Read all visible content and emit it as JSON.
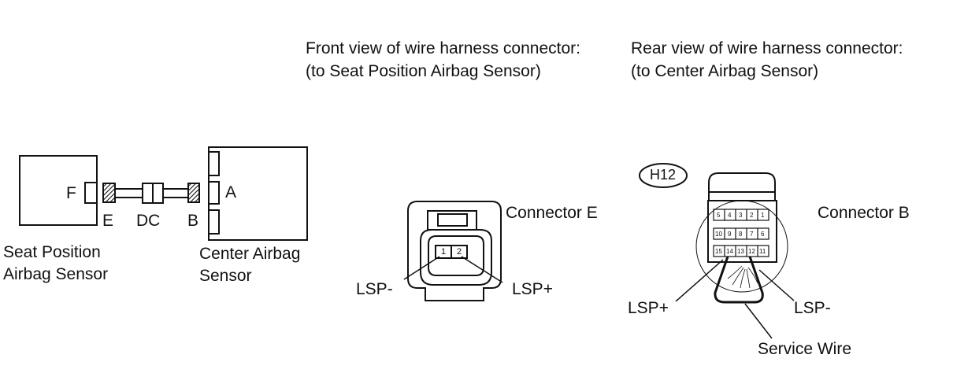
{
  "headers": {
    "front_line1": "Front view of wire harness connector:",
    "front_line2": "(to Seat Position Airbag Sensor)",
    "rear_line1": "Rear view of wire harness connector:",
    "rear_line2": "(to Center Airbag Sensor)"
  },
  "layout": {
    "letter_f": "F",
    "letter_a": "A",
    "letter_e": "E",
    "letter_dc": "DC",
    "letter_b": "B",
    "seat_line1": "Seat Position",
    "seat_line2": "Airbag Sensor",
    "center_line1": "Center Airbag",
    "center_line2": "Sensor"
  },
  "connector_e": {
    "label": "Connector E",
    "pin1": "1",
    "pin2": "2",
    "lsp_minus": "LSP-",
    "lsp_plus": "LSP+"
  },
  "connector_b": {
    "code": "H12",
    "label": "Connector B",
    "pins_row1": [
      "5",
      "4",
      "3",
      "2",
      "1"
    ],
    "pins_row2": [
      "10",
      "9",
      "8",
      "7",
      "6"
    ],
    "pins_row3": [
      "15",
      "14",
      "13",
      "12",
      "11"
    ],
    "lsp_plus": "LSP+",
    "lsp_minus": "LSP-",
    "service_wire": "Service Wire"
  }
}
